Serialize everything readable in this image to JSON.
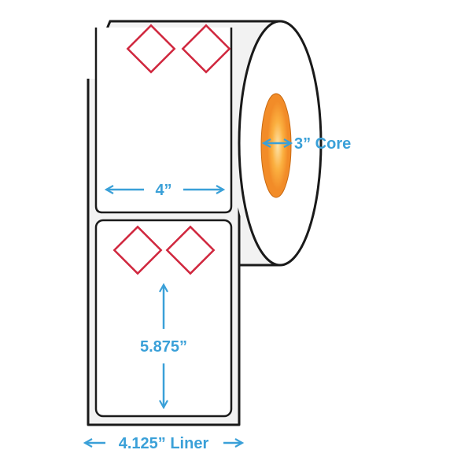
{
  "diagram": {
    "label_width": "4”",
    "label_height": "5.875”",
    "core": "3” Core",
    "liner": "4.125” Liner"
  },
  "colors": {
    "outline": "#1a1a1a",
    "dimension": "#3aa0d8",
    "hazard": "#d0273e",
    "core_outer": "#f28c28",
    "core_inner": "#fbb040",
    "liner_fill": "#f2f2f2",
    "label_fill": "#ffffff"
  },
  "icons": {
    "hazard": "hazard-diamond-icon",
    "arrow": "double-arrow-icon"
  }
}
